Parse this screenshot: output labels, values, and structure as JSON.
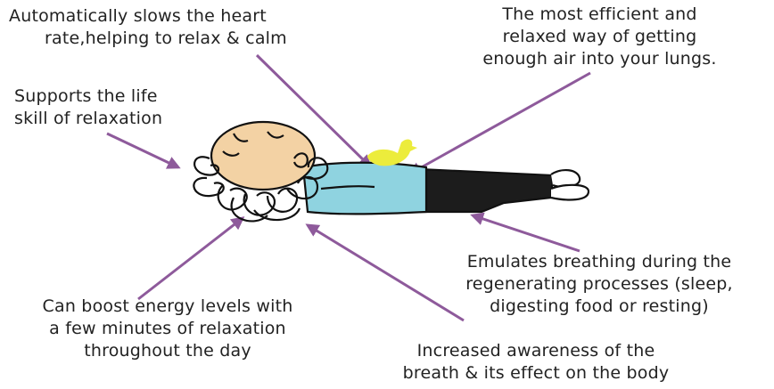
{
  "captions": {
    "heart_rate": {
      "line1": "Automatically slows the heart",
      "line2": "rate,helping to relax & calm"
    },
    "efficient": {
      "line1": "The most efficient and",
      "line2": "relaxed way of getting",
      "line3": "enough air into your lungs."
    },
    "life_skill": {
      "line1": "Supports the life",
      "line2": "skill of relaxation"
    },
    "emulates": {
      "line1": "Emulates breathing during the",
      "line2": "regenerating processes (sleep,",
      "line3": "digesting food or resting)"
    },
    "energy": {
      "line1": "Can boost energy levels with",
      "line2": "a few minutes of relaxation",
      "line3": "throughout the day"
    },
    "awareness": {
      "line1": "Increased awareness of the",
      "line2": "breath & its effect on the body"
    }
  },
  "colors": {
    "arrow": "#8e5a9b",
    "shirt": "#8fd3e0",
    "skin": "#f3d2a4",
    "pants": "#1c1c1c",
    "bird": "#ecec3c",
    "outline": "#111111"
  }
}
